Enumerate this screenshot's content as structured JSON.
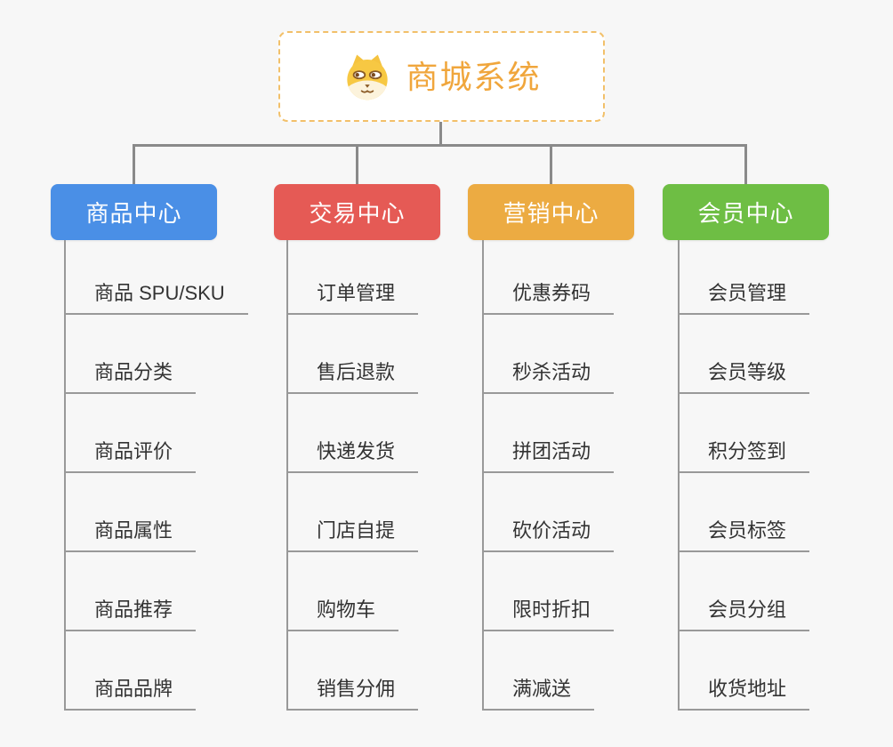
{
  "root": {
    "title": "商城系统",
    "icon": "doge-icon"
  },
  "colors": {
    "background": "#f7f7f7",
    "root_text": "#f0a63c",
    "root_border": "#f2c06a",
    "connector": "#8a8a8a",
    "item_line": "#999999",
    "item_text": "#333333"
  },
  "branches": [
    {
      "label": "商品中心",
      "color": "#4a8fe6",
      "items": [
        "商品 SPU/SKU",
        "商品分类",
        "商品评价",
        "商品属性",
        "商品推荐",
        "商品品牌"
      ]
    },
    {
      "label": "交易中心",
      "color": "#e55a55",
      "items": [
        "订单管理",
        "售后退款",
        "快递发货",
        "门店自提",
        "购物车",
        "销售分佣"
      ]
    },
    {
      "label": "营销中心",
      "color": "#ecab42",
      "items": [
        "优惠券码",
        "秒杀活动",
        "拼团活动",
        "砍价活动",
        "限时折扣",
        "满减送"
      ]
    },
    {
      "label": "会员中心",
      "color": "#6ebe44",
      "items": [
        "会员管理",
        "会员等级",
        "积分签到",
        "会员标签",
        "会员分组",
        "收货地址"
      ]
    }
  ]
}
